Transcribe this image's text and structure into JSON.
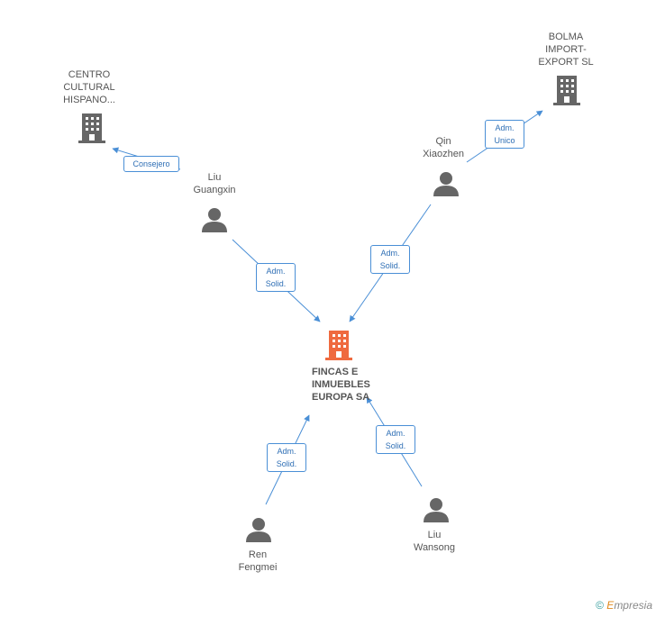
{
  "colors": {
    "edge": "#4a8fd6",
    "person": "#666666",
    "company": "#666666",
    "center_company": "#ef6a3f"
  },
  "center": {
    "icon": "building-icon",
    "name_lines": [
      "FINCAS E",
      "INMUEBLES",
      "EUROPA SA"
    ]
  },
  "companies": [
    {
      "id": "centro",
      "icon": "building-icon",
      "name_lines": [
        "CENTRO",
        "CULTURAL",
        "HISPANO..."
      ]
    },
    {
      "id": "bolma",
      "icon": "building-icon",
      "name_lines": [
        "BOLMA",
        "IMPORT-",
        "EXPORT SL"
      ]
    }
  ],
  "people": [
    {
      "id": "liu-guangxin",
      "icon": "person-icon",
      "name_lines": [
        "Liu",
        "Guangxin"
      ]
    },
    {
      "id": "qin-xiaozhen",
      "icon": "person-icon",
      "name_lines": [
        "Qin",
        "Xiaozhen"
      ]
    },
    {
      "id": "ren-fengmei",
      "icon": "person-icon",
      "name_lines": [
        "Ren",
        "Fengmei"
      ]
    },
    {
      "id": "liu-wansong",
      "icon": "person-icon",
      "name_lines": [
        "Liu",
        "Wansong"
      ]
    }
  ],
  "edges": [
    {
      "from": "liu-guangxin",
      "to": "centro",
      "label_lines": [
        "Consejero"
      ]
    },
    {
      "from": "qin-xiaozhen",
      "to": "bolma",
      "label_lines": [
        "Adm.",
        "Unico"
      ]
    },
    {
      "from": "liu-guangxin",
      "to": "center",
      "label_lines": [
        "Adm.",
        "Solid."
      ]
    },
    {
      "from": "qin-xiaozhen",
      "to": "center",
      "label_lines": [
        "Adm.",
        "Solid."
      ]
    },
    {
      "from": "ren-fengmei",
      "to": "center",
      "label_lines": [
        "Adm.",
        "Solid."
      ]
    },
    {
      "from": "liu-wansong",
      "to": "center",
      "label_lines": [
        "Adm.",
        "Solid."
      ]
    }
  ],
  "footer": {
    "copyright_symbol": "©",
    "brand_initial": "E",
    "brand_rest": "mpresia"
  }
}
